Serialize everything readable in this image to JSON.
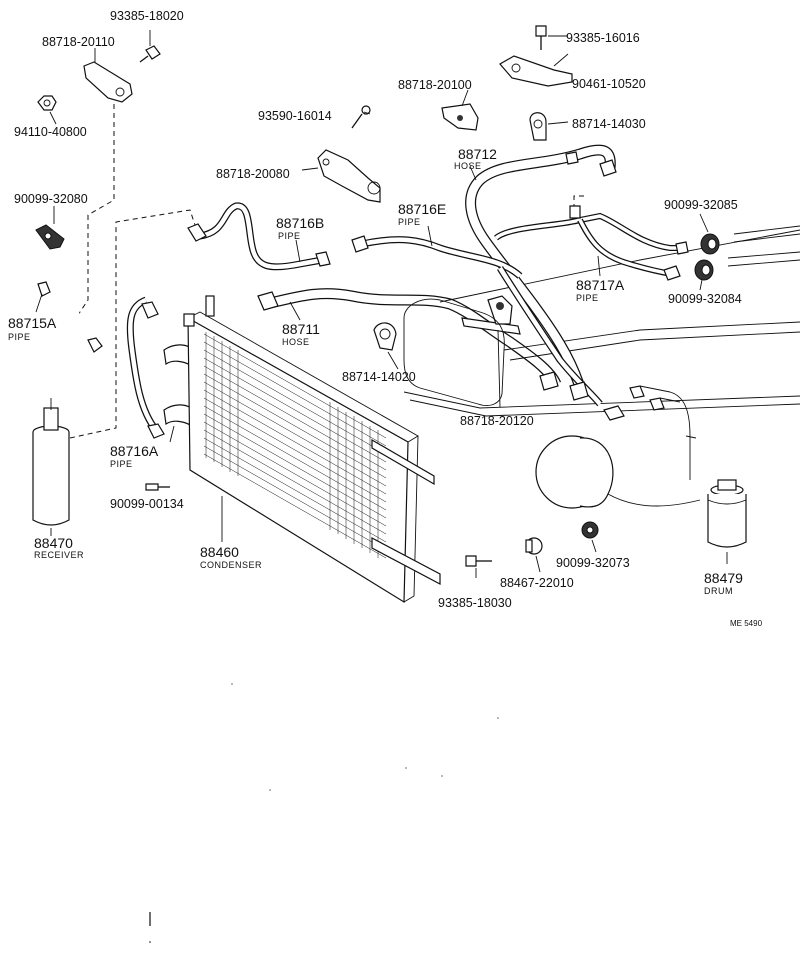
{
  "labels": {
    "p93385_18020": "93385-18020",
    "p88718_20110": "88718-20110",
    "p94110_40800": "94110-40800",
    "p90099_32080": "90099-32080",
    "p88715A": "88715A",
    "p88715A_sub": "PIPE",
    "p88470": "88470",
    "p88470_sub": "RECEIVER",
    "p93590_16014": "93590-16014",
    "p88718_20080": "88718-20080",
    "p88716B": "88716B",
    "p88716B_sub": "PIPE",
    "p88711": "88711",
    "p88711_sub": "HOSE",
    "p88716A": "88716A",
    "p88716A_sub": "PIPE",
    "p90099_00134": "90099-00134",
    "p88460": "88460",
    "p88460_sub": "CONDENSER",
    "p93385_16016": "93385-16016",
    "p90461_10520": "90461-10520",
    "p88718_20100": "88718-20100",
    "p88714_14030": "88714-14030",
    "p88712": "88712",
    "p88712_sub": "HOSE",
    "p88716E": "88716E",
    "p88716E_sub": "PIPE",
    "p90099_32085": "90099-32085",
    "p88717A": "88717A",
    "p88717A_sub": "PIPE",
    "p90099_32084": "90099-32084",
    "p88714_14020": "88714-14020",
    "p88718_20120": "88718-20120",
    "p93385_18030": "93385-18030",
    "p88467_22010": "88467-22010",
    "p90099_32073": "90099-32073",
    "p88479": "88479",
    "p88479_sub": "DRUM",
    "ref_code": "ME 5490"
  }
}
